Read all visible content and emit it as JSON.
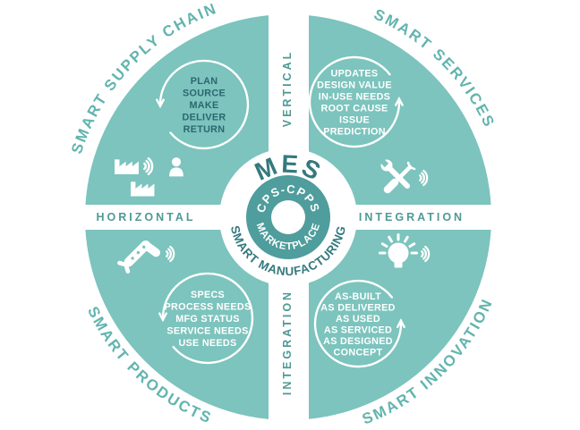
{
  "colors": {
    "background": "#ffffff",
    "quadrant": "#7cc4bd",
    "donut": "#4f9d9c",
    "outer_label": "#62b4ae",
    "axis_label": "#4f9a96",
    "center_text": "#35797d",
    "ring_text_dark": "#2c6770",
    "white": "#ffffff"
  },
  "center": {
    "title": "MES",
    "donut_top": "CPS-CPPS",
    "donut_bottom": "MARKETPLACE",
    "arc_bottom": "SMART MANUFACTURING"
  },
  "axes": {
    "top": "VERTICAL",
    "right": "INTEGRATION",
    "bottom": "INTEGRATION",
    "left": "HORIZONTAL"
  },
  "quadrants": {
    "supply_chain": {
      "label": "SMART SUPPLY CHAIN",
      "items": [
        "PLAN",
        "SOURCE",
        "MAKE",
        "DELIVER",
        "RETURN"
      ],
      "icons": [
        "factory-icon",
        "signal-waves-icon",
        "person-icon",
        "factory-icon"
      ]
    },
    "services": {
      "label": "SMART SERVICES",
      "items": [
        "UPDATES",
        "DESIGN VALUE",
        "IN-USE NEEDS",
        "ROOT CAUSE",
        "ISSUE",
        "PREDICTION"
      ],
      "icons": [
        "tools-icon",
        "signal-waves-icon"
      ]
    },
    "products": {
      "label": "SMART PRODUCTS",
      "items": [
        "SPECS",
        "PROCESS NEEDS",
        "MFG STATUS",
        "SERVICE NEEDS",
        "USE NEEDS"
      ],
      "icons": [
        "robot-arm-icon",
        "signal-waves-icon"
      ]
    },
    "innovation": {
      "label": "SMART INNOVATION",
      "items": [
        "AS-BUILT",
        "AS DELIVERED",
        "AS USED",
        "AS SERVICED",
        "AS DESIGNED",
        "CONCEPT"
      ],
      "icons": [
        "lightbulb-icon",
        "signal-waves-icon"
      ]
    }
  }
}
